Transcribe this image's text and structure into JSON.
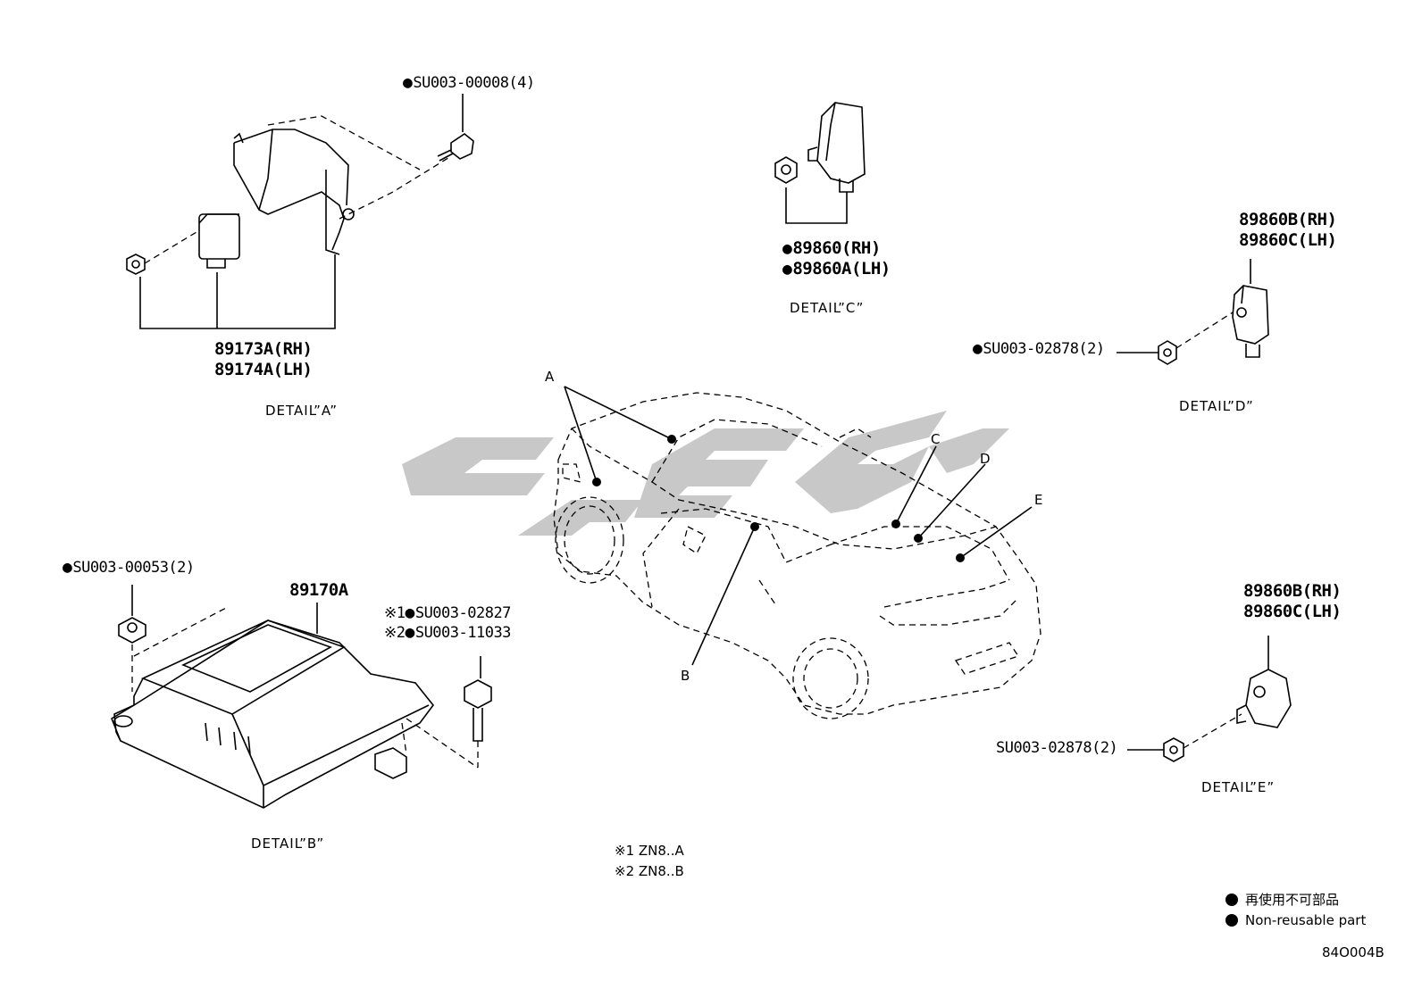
{
  "details": {
    "a": {
      "caption": "DETAIL”A”",
      "bolt": "SU003-00008(4)",
      "part_rh": "89173A(RH)",
      "part_lh": "89174A(LH)"
    },
    "b": {
      "caption": "DETAIL”B”",
      "nut": "SU003-00053(2)",
      "part": "89170A",
      "mark1": "※1",
      "bolt1": "SU003-02827",
      "mark2": "※2",
      "bolt2": "SU003-11033"
    },
    "c": {
      "caption": "DETAIL”C”",
      "part_rh": "89860(RH)",
      "part_lh": "89860A(LH)"
    },
    "d": {
      "caption": "DETAIL”D”",
      "part_rh": "89860B(RH)",
      "part_lh": "89860C(LH)",
      "nut": "SU003-02878(2)"
    },
    "e": {
      "caption": "DETAIL”E”",
      "part_rh": "89860B(RH)",
      "part_lh": "89860C(LH)",
      "nut": "SU003-02878(2)"
    }
  },
  "car_callouts": {
    "a": "A",
    "b": "B",
    "c": "C",
    "d": "D",
    "e": "E"
  },
  "notes": {
    "note1": "※1 ZN8..A",
    "note2": "※2 ZN8..B"
  },
  "legend": {
    "jp": "再使用不可部品",
    "en": "Non-reusable part"
  },
  "diagram_code": "84O004B",
  "watermark_color": "#c8c8c8"
}
